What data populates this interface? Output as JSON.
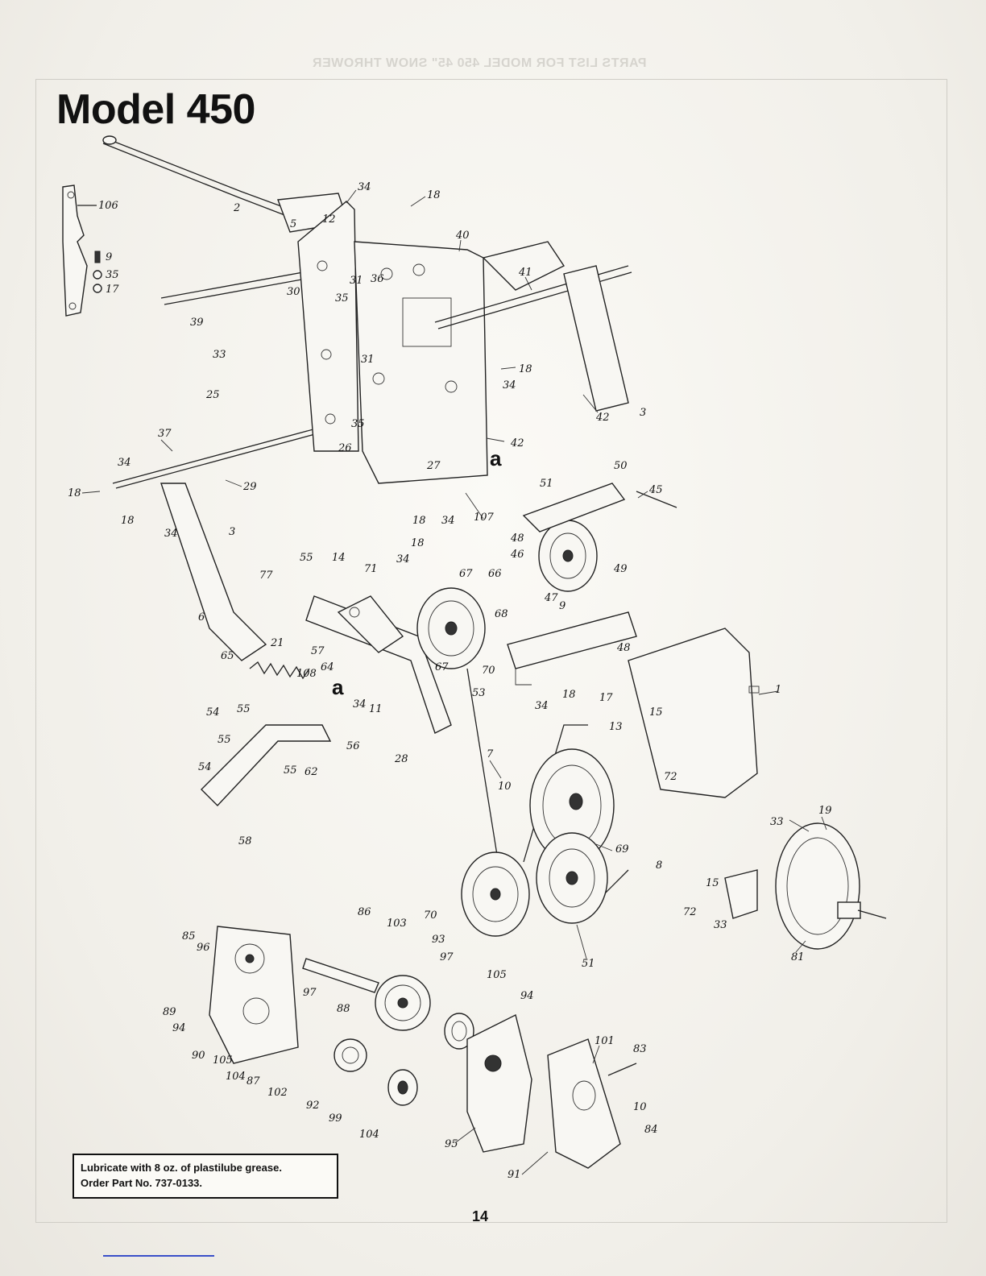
{
  "page": {
    "title": "Model 450",
    "ghost_header": "PARTS LIST FOR MODEL 450 45\" SNOW THROWER",
    "page_number": "14"
  },
  "note": {
    "line1": "Lubricate with 8 oz. of plastilube grease.",
    "line2": "Order Part No. 737-0133."
  },
  "callouts": {
    "c106": "106",
    "c9": "9",
    "c35a": "35",
    "c17": "17",
    "c34a": "34",
    "c18a": "18",
    "c2": "2",
    "c12": "12",
    "c5": "5",
    "c40": "40",
    "c41": "41",
    "c31a": "31",
    "c36": "36",
    "c30": "30",
    "c35b": "35",
    "c39": "39",
    "c33a": "33",
    "c25": "25",
    "c31b": "31",
    "c18b": "18",
    "c34b": "34",
    "c42a": "42",
    "c3a": "3",
    "c35c": "35",
    "c26": "26",
    "c42b": "42",
    "c27": "27",
    "c37": "37",
    "c34c": "34",
    "c29": "29",
    "c18c": "18",
    "c18d": "18",
    "c34d": "34",
    "c3b": "3",
    "c18e": "18",
    "c34e": "34",
    "c107": "107",
    "c50": "50",
    "c51a": "51",
    "c45": "45",
    "c18f": "18",
    "c48a": "48",
    "c46": "46",
    "c47": "47",
    "c49": "49",
    "c55a": "55",
    "c14": "14",
    "c77": "77",
    "c71": "71",
    "c34f": "34",
    "c67a": "67",
    "c66": "66",
    "c68": "68",
    "c9b": "9",
    "c6": "6",
    "c48b": "48",
    "c65": "65",
    "c21": "21",
    "c108": "108",
    "c57": "57",
    "c64": "64",
    "c67b": "67",
    "c70a": "70",
    "c53": "53",
    "c1": "1",
    "c18g": "18",
    "c34g": "34",
    "c17b": "17",
    "c54a": "54",
    "c55b": "55",
    "c34h": "34",
    "c11": "11",
    "c55c": "55",
    "c56": "56",
    "c28": "28",
    "c13": "13",
    "c15a": "15",
    "c72a": "72",
    "c54b": "54",
    "c55d": "55",
    "c62": "62",
    "c7": "7",
    "c10a": "10",
    "c58": "58",
    "c69": "69",
    "c8": "8",
    "c33b": "33",
    "c19": "19",
    "c15b": "15",
    "c72b": "72",
    "c33c": "33",
    "c81": "81",
    "c51b": "51",
    "c70b": "70",
    "c86": "86",
    "c103": "103",
    "c85": "85",
    "c96": "96",
    "c93": "93",
    "c97a": "97",
    "c105a": "105",
    "c97b": "97",
    "c88": "88",
    "c89": "89",
    "c94a": "94",
    "c94b": "94",
    "c90": "90",
    "c105b": "105",
    "c104a": "104",
    "c87": "87",
    "c101": "101",
    "c83": "83",
    "c102": "102",
    "c92": "92",
    "c99": "99",
    "c10b": "10",
    "c84": "84",
    "c104b": "104",
    "c95": "95",
    "c91": "91",
    "a1": "a",
    "a2": "a"
  }
}
